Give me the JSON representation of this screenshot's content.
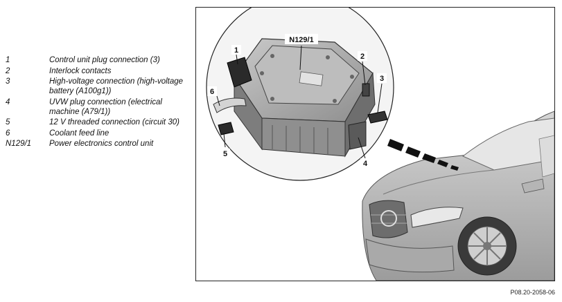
{
  "legend": [
    {
      "key": "1",
      "text": "Control unit plug connection (3)"
    },
    {
      "key": "2",
      "text": "Interlock contacts"
    },
    {
      "key": "3",
      "text": "High-voltage connection (high-voltage battery (A100g1))"
    },
    {
      "key": "4",
      "text": "UVW plug connection (electrical machine (A79/1))"
    },
    {
      "key": "5",
      "text": "12 V threaded connection (circuit 30)"
    },
    {
      "key": "6",
      "text": "Coolant feed line"
    },
    {
      "key": "N129/1",
      "text": "Power electronics control unit"
    }
  ],
  "callouts": {
    "n129": "N129/1",
    "c1": "1",
    "c2": "2",
    "c3": "3",
    "c4": "4",
    "c5": "5",
    "c6": "6"
  },
  "figure_ref": "P08.20-2058-06",
  "colors": {
    "car_body": "#c4c4c4",
    "unit_body": "#a6a6a6",
    "frame": "#222222"
  }
}
